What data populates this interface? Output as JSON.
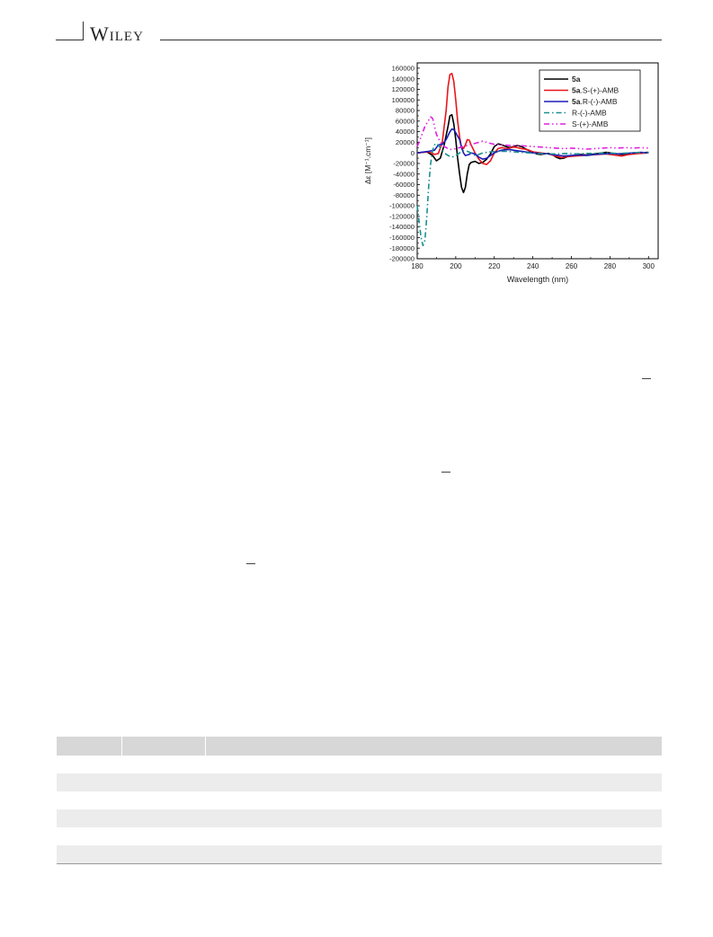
{
  "header": {
    "brand": "Wiley"
  },
  "chart_data": {
    "type": "line",
    "xlabel": "Wavelength (nm)",
    "ylabel": "Δε [M⁻¹.cm⁻¹]",
    "xlim": [
      180,
      305
    ],
    "ylim": [
      -200000,
      170000
    ],
    "x_ticks": [
      180,
      200,
      220,
      240,
      260,
      280,
      300
    ],
    "y_ticks": [
      160000,
      140000,
      120000,
      100000,
      80000,
      60000,
      40000,
      20000,
      0,
      -20000,
      -40000,
      -60000,
      -80000,
      -100000,
      -120000,
      -140000,
      -160000,
      -180000,
      -200000
    ],
    "legend_position": "top-right",
    "series": [
      {
        "name": "5a",
        "name_bold": "5a",
        "name_rest": "",
        "color": "#000000",
        "dash": "",
        "width": 1.6,
        "points": [
          [
            180,
            0
          ],
          [
            185,
            2000
          ],
          [
            188,
            -5000
          ],
          [
            190,
            -15000
          ],
          [
            192,
            -10000
          ],
          [
            194,
            15000
          ],
          [
            196,
            50000
          ],
          [
            197,
            70000
          ],
          [
            198,
            72000
          ],
          [
            199,
            55000
          ],
          [
            200,
            25000
          ],
          [
            201,
            -10000
          ],
          [
            202,
            -40000
          ],
          [
            203,
            -65000
          ],
          [
            204,
            -75000
          ],
          [
            205,
            -65000
          ],
          [
            206,
            -40000
          ],
          [
            207,
            -22000
          ],
          [
            208,
            -18000
          ],
          [
            210,
            -16000
          ],
          [
            212,
            -20000
          ],
          [
            214,
            -18000
          ],
          [
            216,
            -12000
          ],
          [
            218,
            -2000
          ],
          [
            220,
            12000
          ],
          [
            222,
            17000
          ],
          [
            224,
            15000
          ],
          [
            226,
            12000
          ],
          [
            228,
            10000
          ],
          [
            230,
            12000
          ],
          [
            232,
            14000
          ],
          [
            234,
            12000
          ],
          [
            236,
            8000
          ],
          [
            238,
            4000
          ],
          [
            240,
            2000
          ],
          [
            242,
            -2000
          ],
          [
            244,
            -3000
          ],
          [
            246,
            -2000
          ],
          [
            248,
            -1000
          ],
          [
            250,
            -3000
          ],
          [
            252,
            -8000
          ],
          [
            254,
            -11000
          ],
          [
            256,
            -10000
          ],
          [
            258,
            -7000
          ],
          [
            260,
            -6000
          ],
          [
            262,
            -4000
          ],
          [
            265,
            -3000
          ],
          [
            268,
            -4000
          ],
          [
            270,
            -3000
          ],
          [
            274,
            -1000
          ],
          [
            278,
            1000
          ],
          [
            282,
            -1000
          ],
          [
            286,
            -3000
          ],
          [
            290,
            -2000
          ],
          [
            295,
            0
          ],
          [
            300,
            1000
          ]
        ]
      },
      {
        "name": "5a.S-(+)-AMB",
        "name_bold": "5a",
        "name_rest": ".S-(+)-AMB",
        "color": "#e8161b",
        "dash": "",
        "width": 1.6,
        "points": [
          [
            180,
            0
          ],
          [
            186,
            2000
          ],
          [
            189,
            -3000
          ],
          [
            191,
            -1000
          ],
          [
            193,
            20000
          ],
          [
            195,
            80000
          ],
          [
            196,
            125000
          ],
          [
            197,
            148000
          ],
          [
            198,
            150000
          ],
          [
            199,
            135000
          ],
          [
            200,
            100000
          ],
          [
            201,
            60000
          ],
          [
            202,
            30000
          ],
          [
            203,
            10000
          ],
          [
            204,
            8000
          ],
          [
            205,
            15000
          ],
          [
            206,
            25000
          ],
          [
            207,
            24000
          ],
          [
            208,
            15000
          ],
          [
            210,
            0
          ],
          [
            212,
            -12000
          ],
          [
            214,
            -20000
          ],
          [
            216,
            -22000
          ],
          [
            218,
            -15000
          ],
          [
            220,
            0
          ],
          [
            222,
            8000
          ],
          [
            224,
            10000
          ],
          [
            226,
            8000
          ],
          [
            228,
            9000
          ],
          [
            230,
            11000
          ],
          [
            232,
            10000
          ],
          [
            234,
            8000
          ],
          [
            236,
            7000
          ],
          [
            238,
            5000
          ],
          [
            240,
            2000
          ],
          [
            244,
            0
          ],
          [
            248,
            -2000
          ],
          [
            252,
            -6000
          ],
          [
            255,
            -9000
          ],
          [
            258,
            -7000
          ],
          [
            262,
            -6000
          ],
          [
            266,
            -5000
          ],
          [
            270,
            -4000
          ],
          [
            274,
            -3000
          ],
          [
            278,
            -2000
          ],
          [
            282,
            -4000
          ],
          [
            286,
            -6000
          ],
          [
            290,
            -3000
          ],
          [
            295,
            -1000
          ],
          [
            300,
            0
          ]
        ]
      },
      {
        "name": "5a.R-(-)-AMB",
        "name_bold": "5a",
        "name_rest": ".R-(-)-AMB",
        "color": "#1d1db8",
        "dash": "",
        "width": 1.6,
        "points": [
          [
            180,
            0
          ],
          [
            186,
            3000
          ],
          [
            189,
            5000
          ],
          [
            191,
            15000
          ],
          [
            193,
            16000
          ],
          [
            195,
            25000
          ],
          [
            197,
            40000
          ],
          [
            198,
            45000
          ],
          [
            199,
            44000
          ],
          [
            200,
            38000
          ],
          [
            202,
            25000
          ],
          [
            203,
            10000
          ],
          [
            204,
            0
          ],
          [
            205,
            -5000
          ],
          [
            207,
            -3000
          ],
          [
            208,
            0
          ],
          [
            210,
            -2000
          ],
          [
            212,
            -8000
          ],
          [
            214,
            -12000
          ],
          [
            216,
            -10000
          ],
          [
            218,
            -5000
          ],
          [
            220,
            0
          ],
          [
            222,
            3000
          ],
          [
            224,
            5000
          ],
          [
            226,
            6000
          ],
          [
            228,
            6000
          ],
          [
            230,
            5000
          ],
          [
            232,
            4000
          ],
          [
            234,
            3000
          ],
          [
            236,
            2000
          ],
          [
            240,
            0
          ],
          [
            244,
            -1000
          ],
          [
            248,
            -2000
          ],
          [
            252,
            -4000
          ],
          [
            256,
            -6000
          ],
          [
            260,
            -5000
          ],
          [
            264,
            -4000
          ],
          [
            268,
            -5000
          ],
          [
            272,
            -3000
          ],
          [
            276,
            -2000
          ],
          [
            280,
            -1000
          ],
          [
            284,
            -2000
          ],
          [
            288,
            -1000
          ],
          [
            292,
            0
          ],
          [
            296,
            1000
          ],
          [
            300,
            0
          ]
        ]
      },
      {
        "name": "R-(-)-AMB",
        "name_bold": "",
        "name_rest": "R-(-)-AMB",
        "color": "#1a8f8f",
        "dash": "6,3,1.5,3",
        "width": 1.6,
        "points": [
          [
            180,
            -100000
          ],
          [
            182,
            -160000
          ],
          [
            183,
            -175000
          ],
          [
            184,
            -165000
          ],
          [
            185,
            -120000
          ],
          [
            186,
            -60000
          ],
          [
            187,
            -20000
          ],
          [
            188,
            5000
          ],
          [
            189,
            15000
          ],
          [
            190,
            18000
          ],
          [
            192,
            10000
          ],
          [
            194,
            0
          ],
          [
            196,
            -5000
          ],
          [
            198,
            -8000
          ],
          [
            200,
            -5000
          ],
          [
            202,
            0
          ],
          [
            204,
            4000
          ],
          [
            206,
            3000
          ],
          [
            208,
            0
          ],
          [
            210,
            -5000
          ],
          [
            212,
            -3000
          ],
          [
            214,
            0
          ],
          [
            218,
            2000
          ],
          [
            222,
            3000
          ],
          [
            226,
            3000
          ],
          [
            230,
            2000
          ],
          [
            234,
            1000
          ],
          [
            238,
            0
          ],
          [
            242,
            -1000
          ],
          [
            248,
            -2000
          ],
          [
            252,
            -2000
          ],
          [
            258,
            -1000
          ],
          [
            262,
            -2000
          ],
          [
            268,
            -1000
          ],
          [
            272,
            -1000
          ],
          [
            278,
            0
          ],
          [
            284,
            -1000
          ],
          [
            290,
            0
          ],
          [
            296,
            1000
          ],
          [
            300,
            0
          ]
        ]
      },
      {
        "name": "S-(+)-AMB",
        "name_bold": "",
        "name_rest": "S-(+)-AMB",
        "color": "#e020e0",
        "dash": "6,3,1.5,3,1.5,3",
        "width": 1.6,
        "points": [
          [
            180,
            12000
          ],
          [
            182,
            30000
          ],
          [
            184,
            50000
          ],
          [
            186,
            62000
          ],
          [
            187,
            68000
          ],
          [
            188,
            65000
          ],
          [
            189,
            50000
          ],
          [
            190,
            35000
          ],
          [
            192,
            20000
          ],
          [
            194,
            12000
          ],
          [
            196,
            8000
          ],
          [
            198,
            6000
          ],
          [
            200,
            8000
          ],
          [
            202,
            10000
          ],
          [
            204,
            12000
          ],
          [
            206,
            14000
          ],
          [
            208,
            16000
          ],
          [
            210,
            18000
          ],
          [
            212,
            20000
          ],
          [
            214,
            22000
          ],
          [
            216,
            20000
          ],
          [
            218,
            18000
          ],
          [
            220,
            16000
          ],
          [
            224,
            15000
          ],
          [
            228,
            14000
          ],
          [
            232,
            14000
          ],
          [
            236,
            13000
          ],
          [
            240,
            12000
          ],
          [
            244,
            11000
          ],
          [
            248,
            10000
          ],
          [
            252,
            9000
          ],
          [
            256,
            8000
          ],
          [
            260,
            9000
          ],
          [
            264,
            8000
          ],
          [
            268,
            7000
          ],
          [
            272,
            8000
          ],
          [
            276,
            9000
          ],
          [
            280,
            10000
          ],
          [
            284,
            9000
          ],
          [
            288,
            10000
          ],
          [
            292,
            9000
          ],
          [
            296,
            10000
          ],
          [
            300,
            9000
          ]
        ]
      }
    ]
  },
  "table": {
    "rows": 7,
    "shaded_rows": [
      0,
      2,
      4,
      6
    ]
  }
}
